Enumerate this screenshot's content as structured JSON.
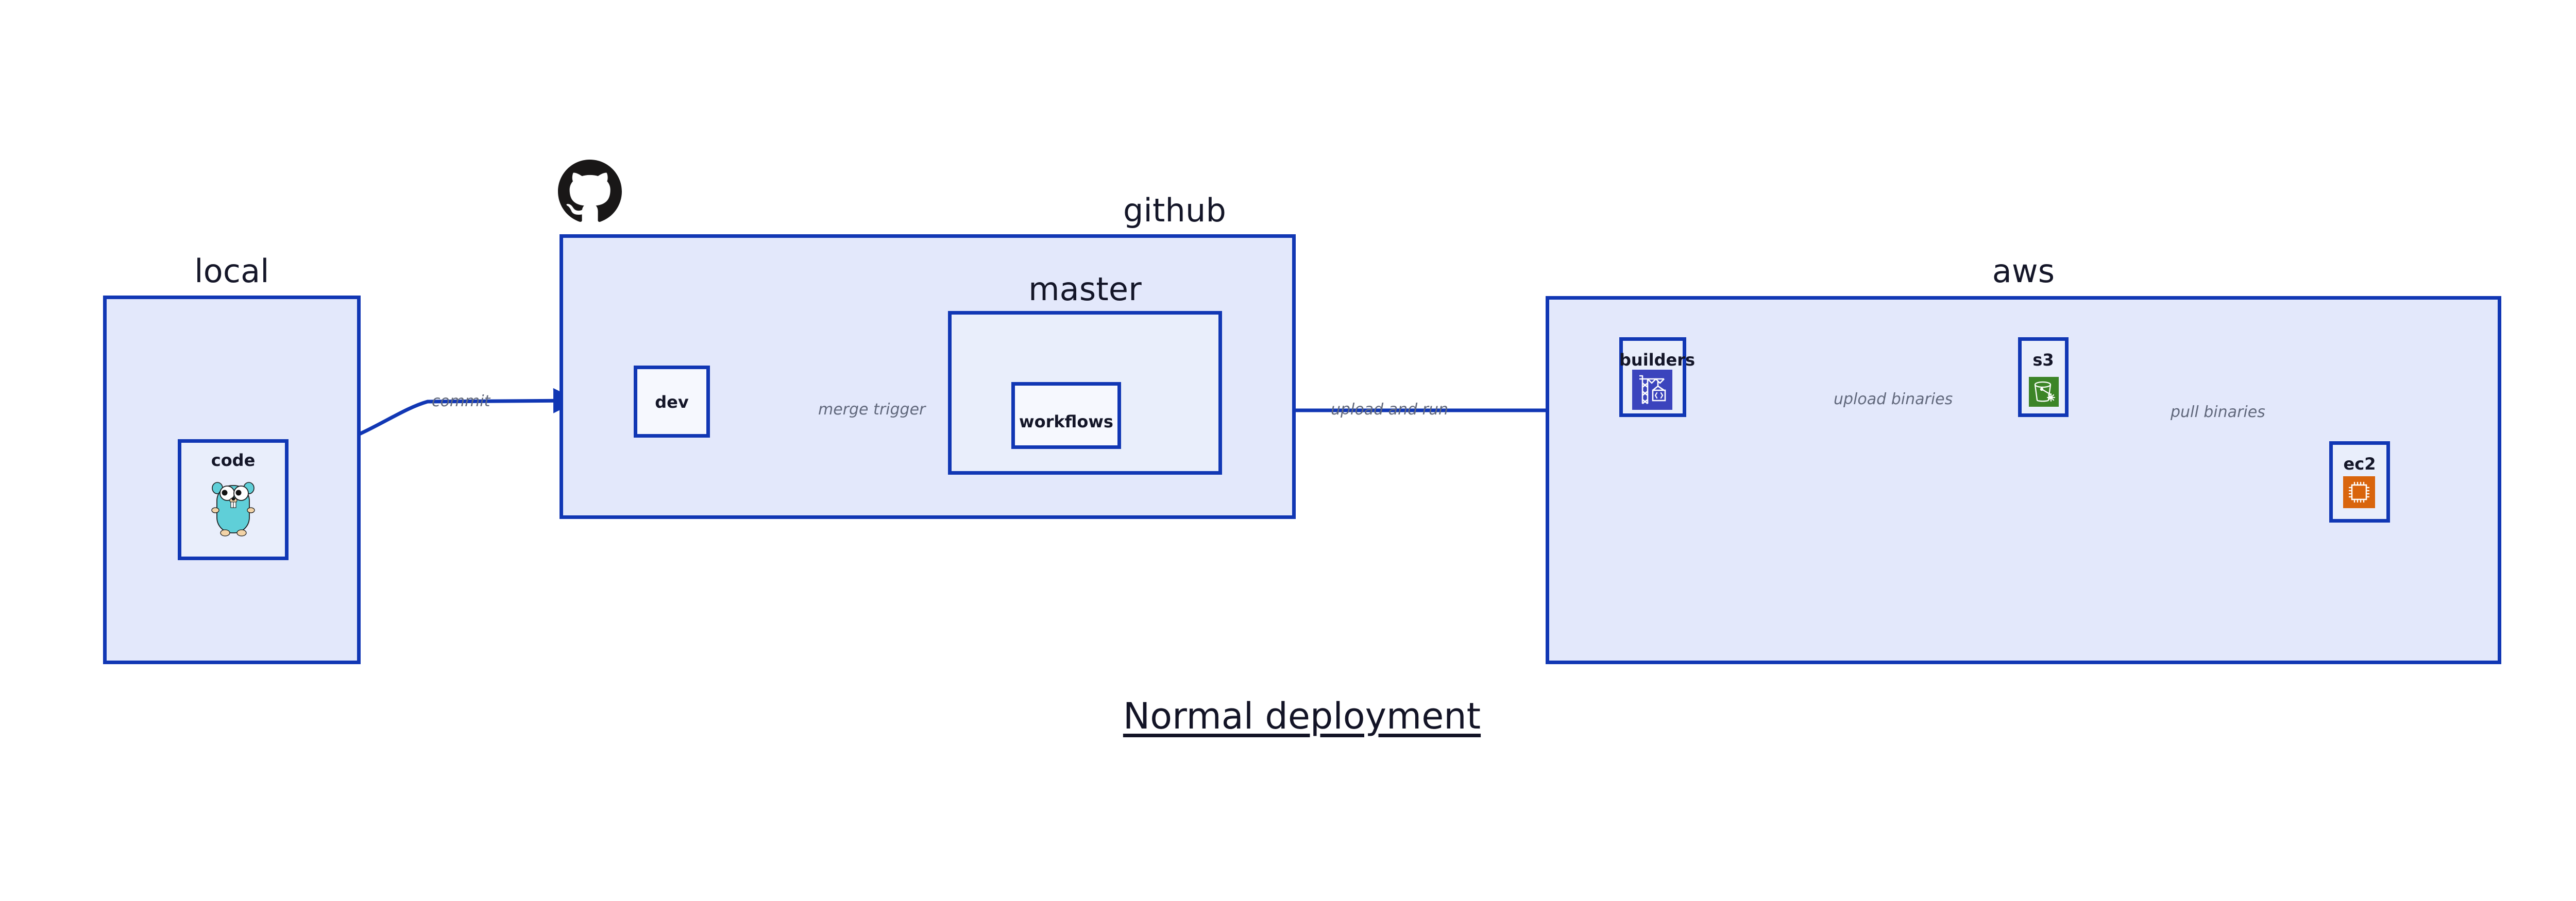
{
  "diagram": {
    "title": "Normal deployment",
    "accent_color": "#1137b4",
    "group_fill": "#e3e8fb",
    "node_fill": "#e9eefb",
    "label_color": "#141628",
    "edge_label_color": "#61687c"
  },
  "groups": [
    {
      "id": "local",
      "label": "local"
    },
    {
      "id": "github",
      "label": "github"
    },
    {
      "id": "master",
      "label": "master"
    },
    {
      "id": "aws",
      "label": "aws"
    }
  ],
  "nodes": [
    {
      "id": "code",
      "label": "code",
      "icon": "go-gopher-icon"
    },
    {
      "id": "dev",
      "label": "dev",
      "icon": ""
    },
    {
      "id": "workflows",
      "label": "workflows",
      "icon": ""
    },
    {
      "id": "builders",
      "label": "builders",
      "icon": "aws-builders-crane-icon",
      "icon_color": "#3b44bd"
    },
    {
      "id": "s3",
      "label": "s3",
      "icon": "aws-s3-bucket-icon",
      "icon_color": "#3c8527"
    },
    {
      "id": "ec2",
      "label": "ec2",
      "icon": "aws-ec2-chip-icon",
      "icon_color": "#d9650d"
    }
  ],
  "edges": [
    {
      "id": "code-to-dev",
      "label": "commit",
      "from": "code",
      "to": "dev"
    },
    {
      "id": "dev-to-workflows",
      "label": "merge trigger",
      "from": "dev",
      "to": "workflows"
    },
    {
      "id": "workflows-to-builders",
      "label": "upload and run",
      "from": "workflows",
      "to": "builders"
    },
    {
      "id": "builders-to-s3",
      "label": "upload binaries",
      "from": "builders",
      "to": "s3"
    },
    {
      "id": "s3-to-ec2",
      "label": "pull binaries",
      "from": "s3",
      "to": "ec2"
    }
  ],
  "logos": [
    {
      "id": "github-logo",
      "name": "github-octocat-icon",
      "color": "#191717"
    }
  ]
}
